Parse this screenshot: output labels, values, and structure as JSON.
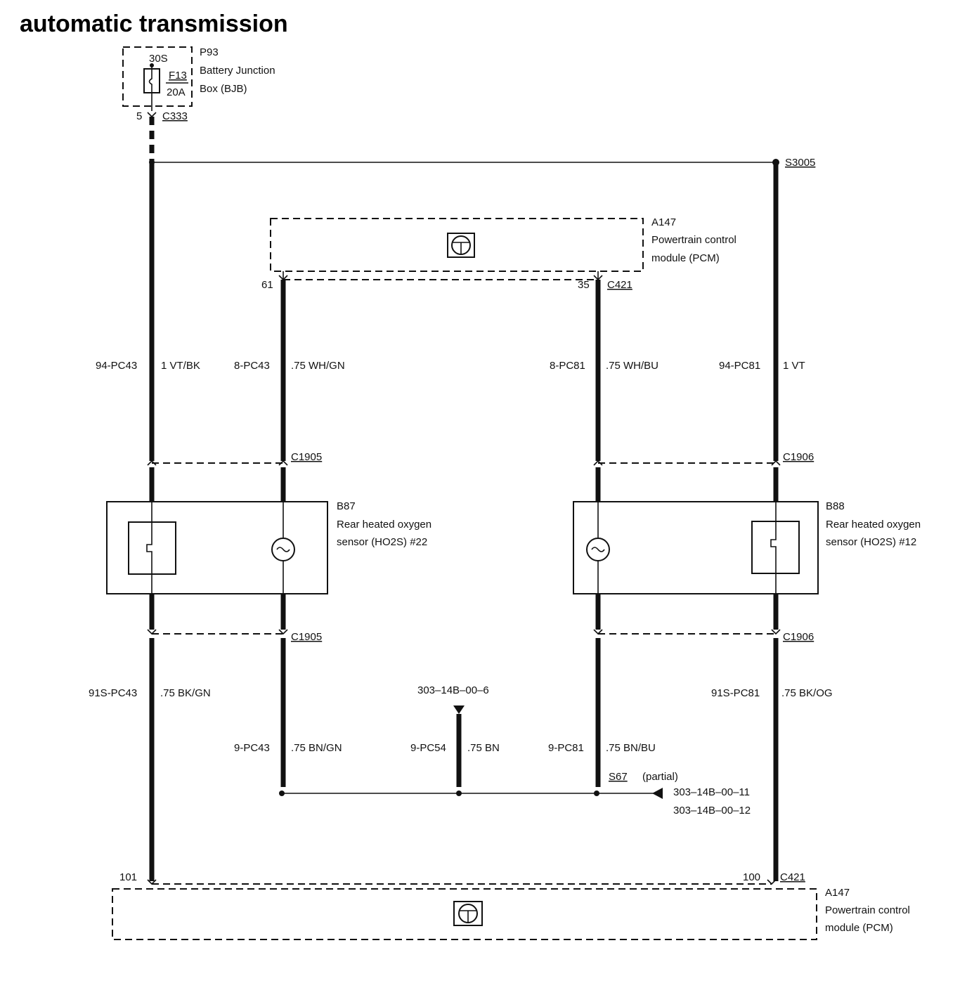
{
  "title": "automatic transmission",
  "bjb": {
    "terminal": "30S",
    "id": "P93",
    "name_line1": "Battery Junction",
    "name_line2": "Box (BJB)",
    "fuse": "F13",
    "rating": "20A",
    "pin": "5",
    "connector": "C333"
  },
  "splice_top": "S3005",
  "pcm_top": {
    "id": "A147",
    "name_line1": "Powertrain control",
    "name_line2": "module (PCM)",
    "pin_left": "61",
    "pin_right": "35",
    "connector": "C421"
  },
  "wires_upper": {
    "w1_circuit": "94-PC43",
    "w1_color": "1 VT/BK",
    "w2_circuit": "8-PC43",
    "w2_color": ".75 WH/GN",
    "w3_circuit": "8-PC81",
    "w3_color": ".75 WH/BU",
    "w4_circuit": "94-PC81",
    "w4_color": "1 VT"
  },
  "connectors": {
    "left_upper": "C1905",
    "right_upper": "C1906",
    "left_lower": "C1905",
    "right_lower": "C1906"
  },
  "sensor_left": {
    "id": "B87",
    "name_line1": "Rear heated oxygen",
    "name_line2": "sensor (HO2S) #22"
  },
  "sensor_right": {
    "id": "B88",
    "name_line1": "Rear heated oxygen",
    "name_line2": "sensor (HO2S) #12"
  },
  "wires_lower": {
    "w1_circuit": "91S-PC43",
    "w1_color": ".75 BK/GN",
    "w2_circuit": "9-PC43",
    "w2_color": ".75 BN/GN",
    "w3_circuit": "9-PC54",
    "w3_color": ".75 BN",
    "w4_circuit": "9-PC81",
    "w4_color": ".75 BN/BU",
    "w5_circuit": "91S-PC81",
    "w5_color": ".75 BK/OG"
  },
  "ref_ground": "303–14B–00–6",
  "splice_bottom": "S67",
  "splice_bottom_note": "(partial)",
  "ref_1": "303–14B–00–11",
  "ref_2": "303–14B–00–12",
  "pcm_bottom": {
    "id": "A147",
    "name_line1": "Powertrain control",
    "name_line2": "module (PCM)",
    "pin_left": "101",
    "pin_right": "100",
    "connector": "C421"
  }
}
